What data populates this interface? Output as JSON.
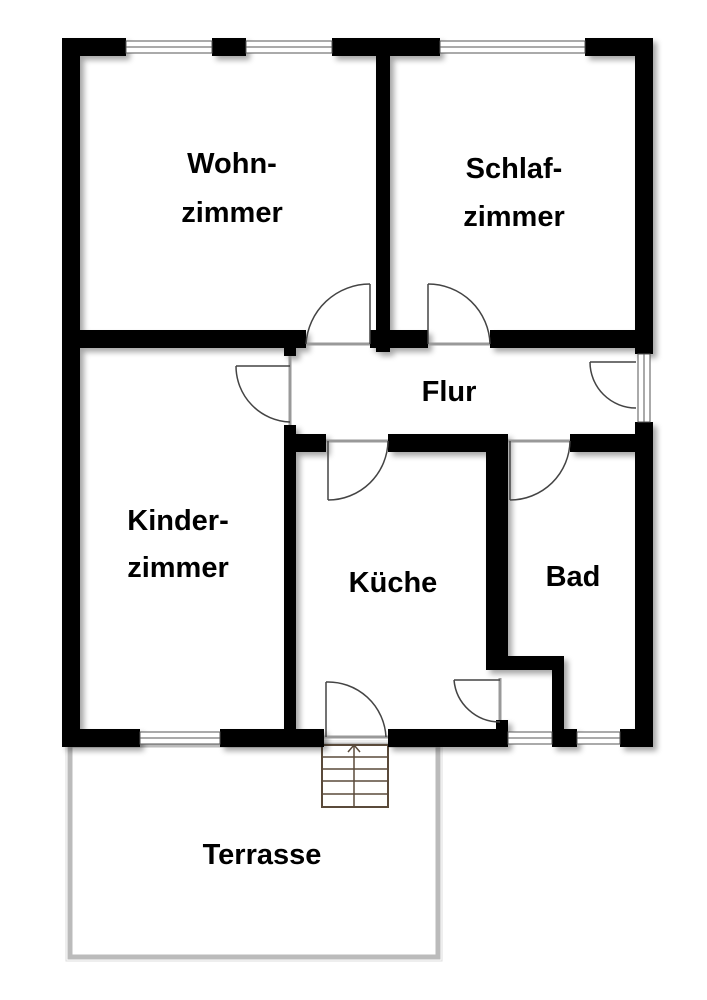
{
  "colors": {
    "wall": "#000000",
    "background": "#ffffff",
    "door_line": "#444444",
    "terrace_border": "#bbbbbb"
  },
  "rooms": {
    "wohnzimmer": {
      "line1": "Wohn-",
      "line2": "zimmer"
    },
    "schlafzimmer": {
      "line1": "Schlaf-",
      "line2": "zimmer"
    },
    "flur": {
      "label": "Flur"
    },
    "kinderzimmer": {
      "line1": "Kinder-",
      "line2": "zimmer"
    },
    "kueche": {
      "label": "Küche"
    },
    "bad": {
      "label": "Bad"
    },
    "terrasse": {
      "label": "Terrasse"
    }
  }
}
